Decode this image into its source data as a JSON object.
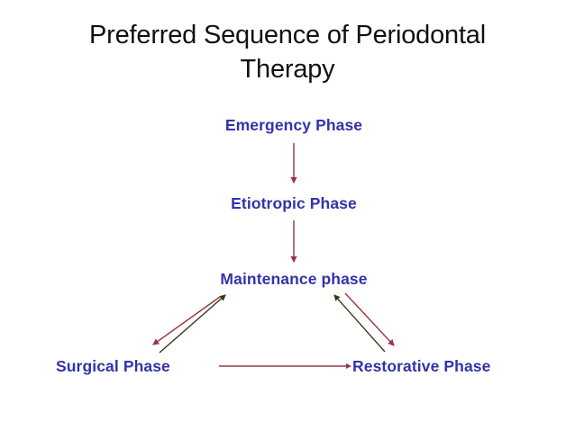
{
  "slide": {
    "title": "Preferred Sequence of Periodontal\nTherapy",
    "background_color": "#ffffff",
    "title_color": "#111111"
  },
  "diagram": {
    "node_color": "#3333aa",
    "arrow_color_primary": "#993344",
    "arrow_color_secondary": "#3a3a14",
    "nodes": [
      {
        "id": "emergency",
        "label": "Emergency Phase"
      },
      {
        "id": "etiotropic",
        "label": "Etiotropic Phase"
      },
      {
        "id": "maintenance",
        "label": "Maintenance phase"
      },
      {
        "id": "surgical",
        "label": "Surgical Phase"
      },
      {
        "id": "restorative",
        "label": "Restorative Phase"
      }
    ],
    "edges": [
      {
        "id": "emergency-to-etiotropic",
        "from": "emergency",
        "to": "etiotropic",
        "color": "#993344",
        "direction": "down"
      },
      {
        "id": "etiotropic-to-maintenance",
        "from": "etiotropic",
        "to": "maintenance",
        "color": "#993344",
        "direction": "down"
      },
      {
        "id": "maintenance-to-surgical",
        "from": "maintenance",
        "to": "surgical",
        "color": "#993344",
        "direction": "down-left"
      },
      {
        "id": "surgical-to-maintenance",
        "from": "surgical",
        "to": "maintenance",
        "color": "#3a3a14",
        "direction": "up-right"
      },
      {
        "id": "maintenance-to-restorative",
        "from": "maintenance",
        "to": "restorative",
        "color": "#993344",
        "direction": "down-right"
      },
      {
        "id": "restorative-to-maintenance",
        "from": "restorative",
        "to": "maintenance",
        "color": "#3a3a14",
        "direction": "up-left"
      },
      {
        "id": "surgical-to-restorative",
        "from": "surgical",
        "to": "restorative",
        "color": "#993344",
        "direction": "right"
      }
    ]
  }
}
